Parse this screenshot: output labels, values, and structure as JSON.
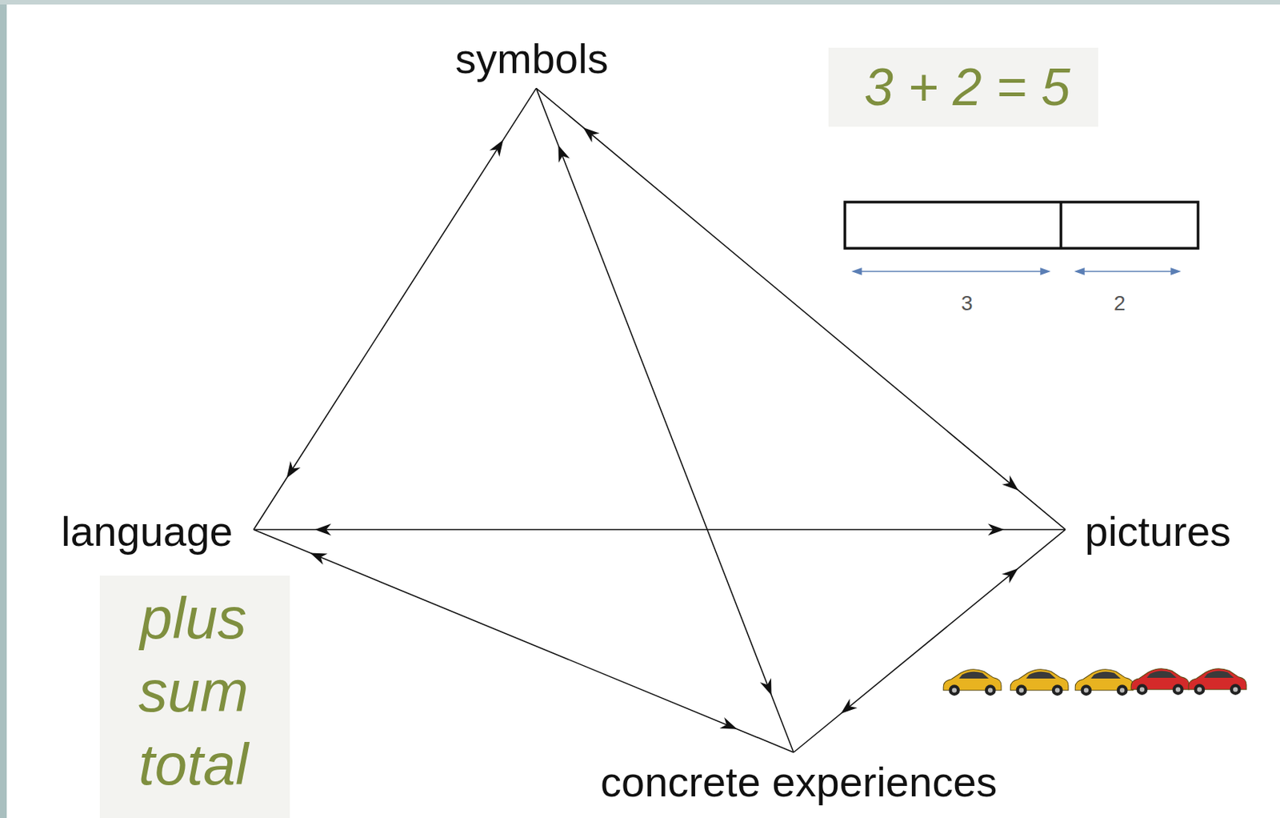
{
  "diagram": {
    "nodes": [
      {
        "text": [
          "symbols"
        ]
      },
      {
        "text": [
          "language"
        ]
      },
      {
        "text": [
          "pictures"
        ]
      },
      {
        "text": [
          "concrete experiences"
        ]
      }
    ],
    "edges": [
      {
        "from": 0,
        "to": 1,
        "arrow": "both"
      },
      {
        "from": 0,
        "to": 2,
        "arrow": "both"
      },
      {
        "from": 0,
        "to": 3,
        "arrow": "both"
      },
      {
        "from": 1,
        "to": 2,
        "arrow": "both"
      },
      {
        "from": 1,
        "to": 3,
        "arrow": "both"
      },
      {
        "from": 3,
        "to": 2,
        "arrow": "both"
      }
    ],
    "labels": [
      "3 + 2 = 5",
      "3",
      "2",
      "plus",
      "sum",
      "total"
    ]
  }
}
